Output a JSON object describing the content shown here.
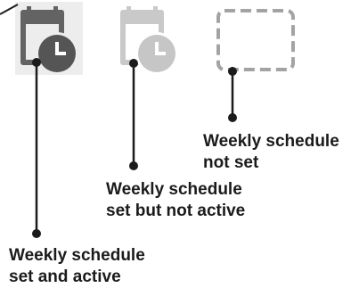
{
  "legend": {
    "active": {
      "line1": "Weekly schedule",
      "line2": "set and active",
      "icon": "calendar-clock-icon",
      "color": "#616161"
    },
    "inactive": {
      "line1": "Weekly schedule",
      "line2": "set but not active",
      "icon": "calendar-clock-icon",
      "color": "#c8c8c8"
    },
    "not_set": {
      "line1": "Weekly schedule",
      "line2": "not set",
      "icon": "dashed-square-icon",
      "color": "#9d9d9d"
    }
  }
}
